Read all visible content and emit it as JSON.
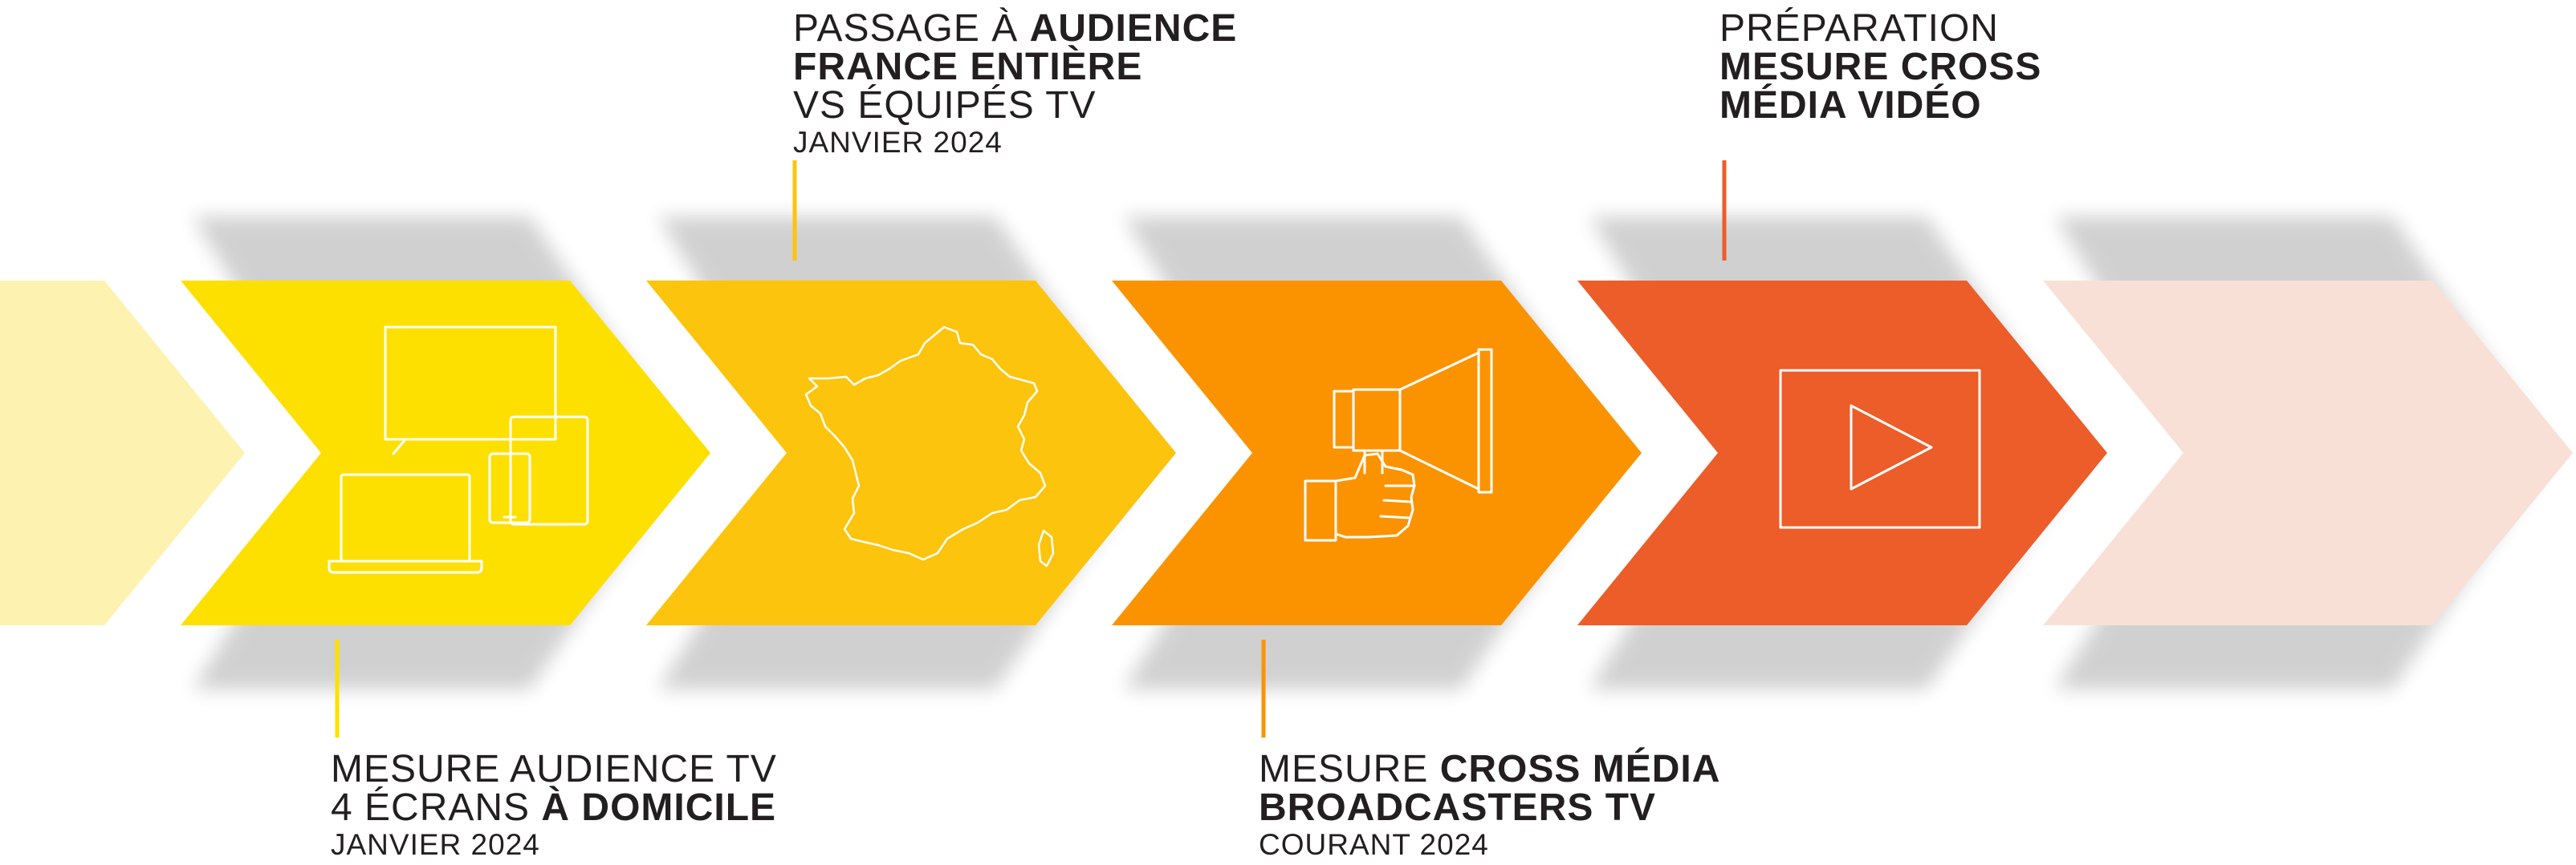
{
  "colors": {
    "step_0": "#fdf2b0",
    "step_1": "#fde000",
    "step_2": "#fdc40d",
    "step_3": "#fb9300",
    "step_4": "#ec5d29",
    "step_5": "#f9e0d6",
    "icon_stroke": "#ffffff",
    "connector_yellow": "#fde000",
    "connector_amber": "#fdc40d",
    "connector_orange": "#fb9300",
    "connector_red": "#ec5d29",
    "text": "#231f20"
  },
  "steps": [
    {
      "icon": "none"
    },
    {
      "icon": "devices-icon"
    },
    {
      "icon": "france-map-icon"
    },
    {
      "icon": "megaphone-icon"
    },
    {
      "icon": "video-play-icon"
    },
    {
      "icon": "none"
    }
  ],
  "milestones": {
    "m1": {
      "line1": "MESURE AUDIENCE TV",
      "line2_normal": "4 ÉCRANS ",
      "line2_bold": "À DOMICILE",
      "date": "JANVIER 2024"
    },
    "m2": {
      "line1_normal": "PASSAGE À ",
      "line1_bold": "AUDIENCE",
      "line2_bold": "FRANCE ENTIÈRE",
      "line3": "VS ÉQUIPÉS TV",
      "date": "JANVIER 2024"
    },
    "m3": {
      "line1_normal": "MESURE ",
      "line1_bold": "CROSS MÉDIA",
      "line2_bold": "BROADCASTERS TV",
      "date": "COURANT 2024"
    },
    "m4": {
      "line1": "PRÉPARATION",
      "line2_bold": "MESURE CROSS",
      "line3_bold": "MÉDIA VIDÉO"
    }
  }
}
